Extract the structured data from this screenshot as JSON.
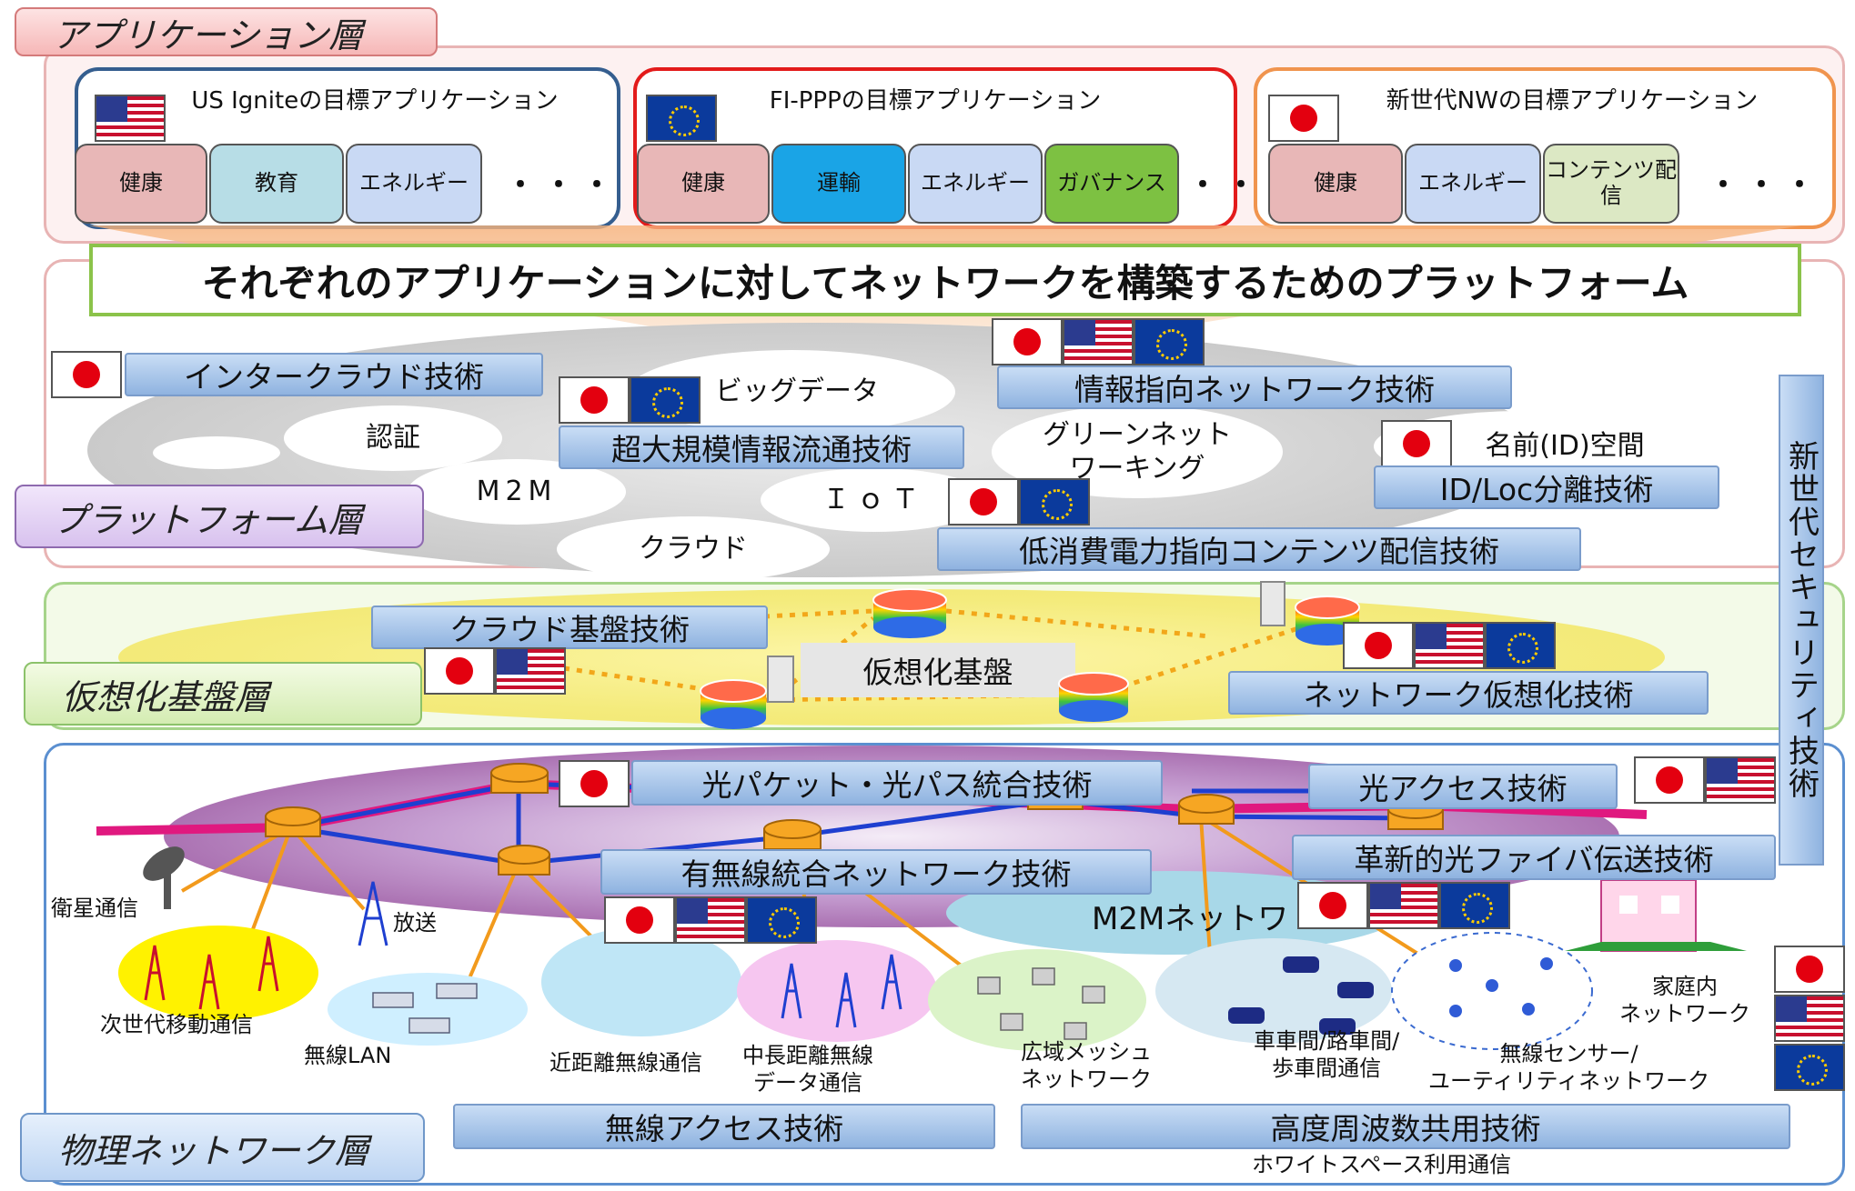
{
  "layers": {
    "application": "アプリケーション層",
    "platform": "プラットフォーム層",
    "virtualization": "仮想化基盤層",
    "physical": "物理ネットワーク層"
  },
  "app_groups": {
    "us": {
      "title": "US Igniteの目標アプリケーション",
      "items": [
        "健康",
        "教育",
        "エネルギー"
      ],
      "more": "・・・"
    },
    "eu": {
      "title": "FI-PPPの目標アプリケーション",
      "items": [
        "健康",
        "運輸",
        "エネルギー",
        "ガバナンス"
      ],
      "more": "・・"
    },
    "jp": {
      "title": "新世代NWの目標アプリケーション",
      "items": [
        "健康",
        "エネルギー",
        "コンテンツ配信"
      ],
      "more": "・・・"
    }
  },
  "chip_colors": {
    "health": "#e8b7b7",
    "education": "#b7dde6",
    "energy": "#c9d9f4",
    "transport": "#1aa4e6",
    "governance": "#7dc142",
    "content": "#dce8c4"
  },
  "platform_banner": "それぞれのアプリケーションに対してネットワークを構築するためのプラットフォーム",
  "platform": {
    "ovals": {
      "auth": "認証",
      "bigdata": "ビッグデータ",
      "m2m": "M2M",
      "iot": "ＩｏＴ",
      "cloud": "クラウド",
      "green": "グリーンネット\nワーキング",
      "name_id": "名前(ID)空間"
    },
    "tech": {
      "intercloud": "インタークラウド技術",
      "bigdata_flow": "超大規模情報流通技術",
      "icn": "情報指向ネットワーク技術",
      "idloc": "ID/Loc分離技術",
      "low_power": "低消費電力指向コンテンツ配信技術"
    }
  },
  "virtualization": {
    "label": "仮想化基盤",
    "tech": {
      "cloud_base": "クラウド基盤技術",
      "nw_virt": "ネットワーク仮想化技術"
    }
  },
  "physical": {
    "tech": {
      "optical_packet": "光パケット・光パス統合技術",
      "optical_access": "光アクセス技術",
      "fiber": "革新的光ファイバ伝送技術",
      "wired_wireless": "有無線統合ネットワーク技術",
      "wireless_access": "無線アクセス技術",
      "spectrum": "高度周波数共用技術"
    },
    "labels": {
      "satellite": "衛星通信",
      "broadcast": "放送",
      "mobile": "次世代移動通信",
      "wlan": "無線LAN",
      "nfc": "近距離無線通信",
      "mid_range": "中長距離無線\nデータ通信",
      "mesh": "広域メッシュ\nネットワーク",
      "v2v": "車車間/路車間/\n歩車間通信",
      "sensor": "無線センサー/\nユーティリティネットワーク",
      "home": "家庭内\nネットワーク",
      "m2m_net": "M2Mネットワ",
      "whitespace": "ホワイトスペース利用通信"
    }
  },
  "security": "新世代セキュリティ技術"
}
